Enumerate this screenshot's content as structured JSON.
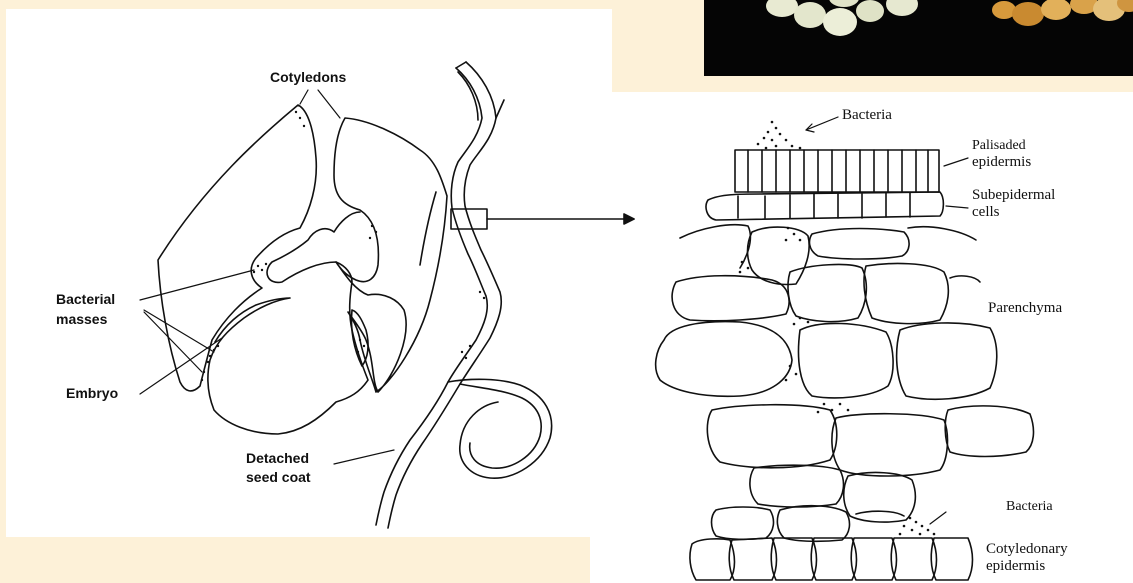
{
  "colors": {
    "background": "#fdf1d8",
    "panel": "#ffffff",
    "ink": "#111111",
    "photo_background": "#050505",
    "seed_light": "#e8ead2",
    "seed_orange": "#d79a3c"
  },
  "left_diagram": {
    "labels": {
      "cotyledons": "Cotyledons",
      "bacterial_masses_1": "Bacterial",
      "bacterial_masses_2": "masses",
      "embryo": "Embryo",
      "detached_seed_coat_1": "Detached",
      "detached_seed_coat_2": "seed coat"
    }
  },
  "right_diagram": {
    "labels": {
      "bacteria_top": "Bacteria",
      "palisaded_1": "Palisaded",
      "palisaded_2": "epidermis",
      "subepidermal_1": "Subepidermal",
      "subepidermal_2": "cells",
      "parenchyma": "Parenchyma",
      "bacteria_bottom": "Bacteria",
      "cotyledonary_1": "Cotyledonary",
      "cotyledonary_2": "epidermis"
    }
  }
}
